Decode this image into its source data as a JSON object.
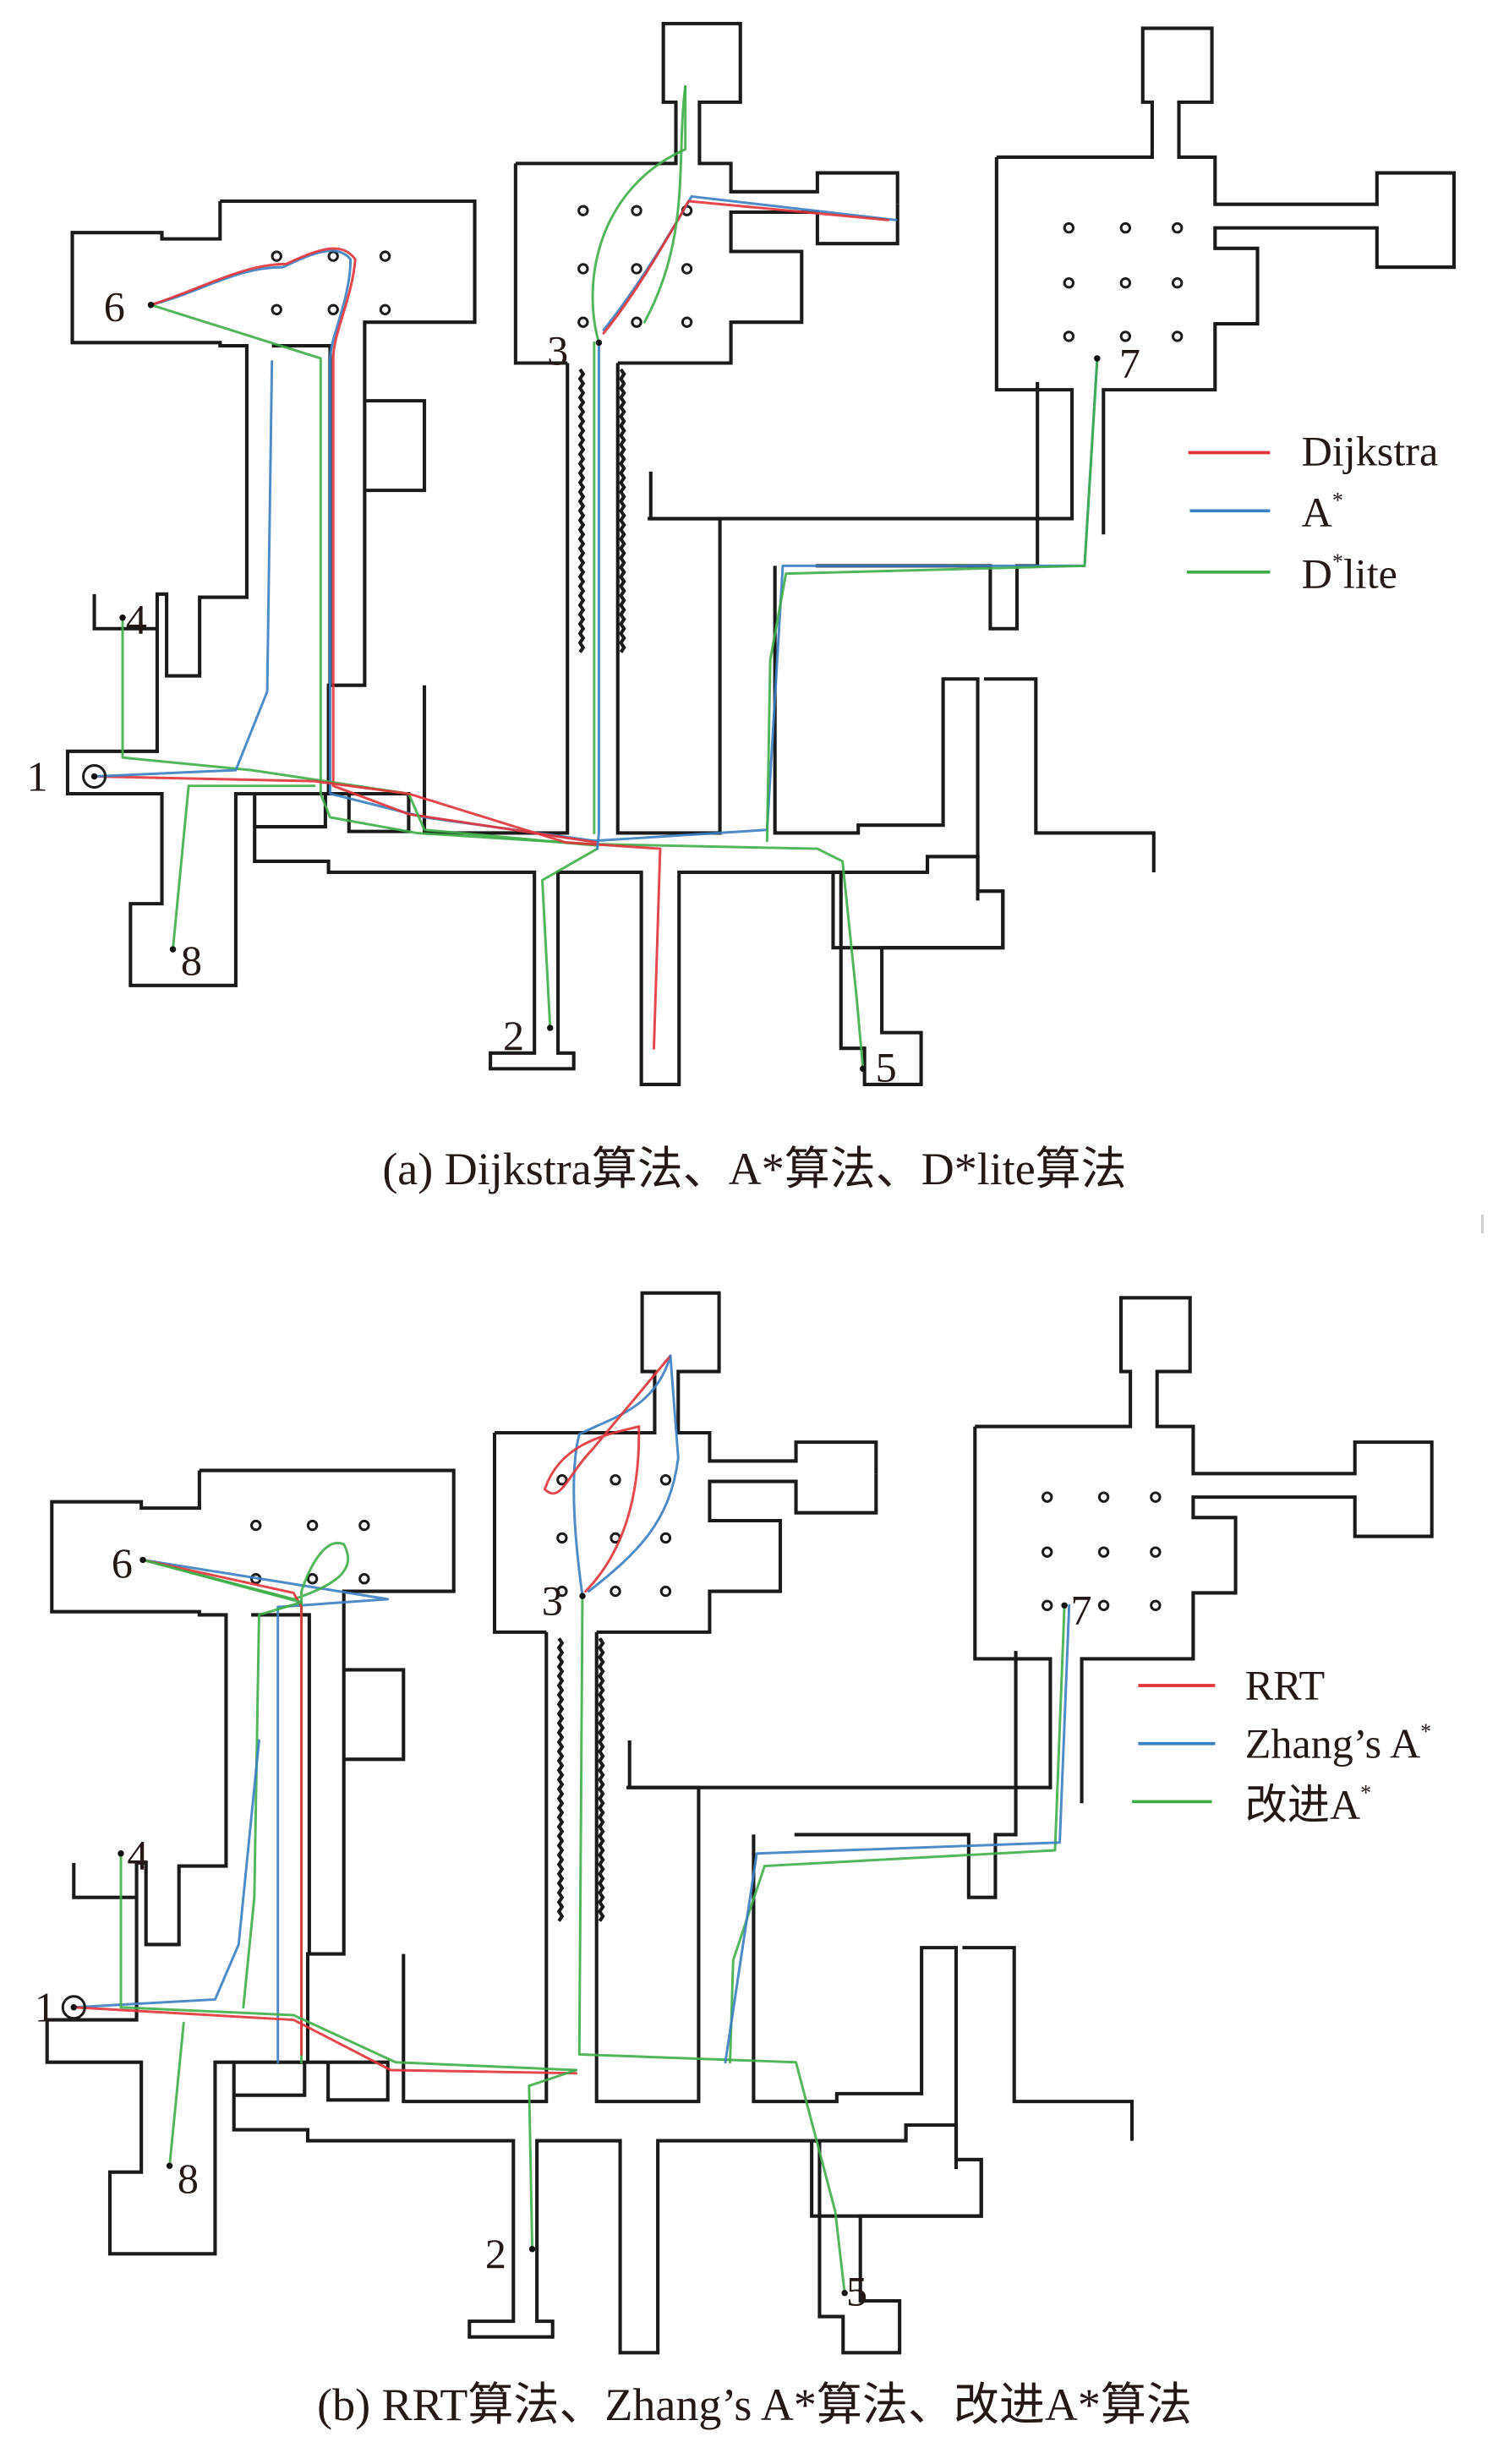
{
  "figure": {
    "panels": [
      {
        "id": "a",
        "caption": "(a) Dijkstra算法、A*算法、D*lite算法",
        "legend": [
          {
            "label": "Dijkstra",
            "color": "#e0343a"
          },
          {
            "label": "A",
            "sup": "*",
            "color": "#3a7fc1"
          },
          {
            "label": "D",
            "sup": "*",
            "suffix": "lite",
            "color": "#3fae49"
          }
        ],
        "legend_text": [
          "Dijkstra",
          "A*",
          "D*lite"
        ]
      },
      {
        "id": "b",
        "caption": "(b) RRT算法、Zhang’s A*算法、改进A*算法",
        "legend": [
          {
            "label": "RRT",
            "color": "#e0343a"
          },
          {
            "label": "Zhang’s A",
            "sup": "*",
            "color": "#3a7fc1"
          },
          {
            "label": "改进A",
            "sup": "*",
            "color": "#3fae49"
          }
        ]
      }
    ],
    "waypoints": [
      "1",
      "2",
      "3",
      "4",
      "5",
      "6",
      "7",
      "8"
    ],
    "colors": {
      "wall": "#1a1a1a",
      "series_red": "#e0343a",
      "series_blue": "#3a7fc1",
      "series_green": "#3fae49"
    }
  },
  "panel_a": {
    "caption": "(a) Dijkstra算法、A*算法、D*lite算法",
    "legend_1": "Dijkstra",
    "legend_2_base": "A",
    "legend_2_sup": "*",
    "legend_3_base": "D",
    "legend_3_sup": "*",
    "legend_3_suffix": "lite"
  },
  "panel_b": {
    "caption": "(b) RRT算法、Zhang’s A*算法、改进A*算法",
    "legend_1": "RRT",
    "legend_2_base": "Zhang’s A",
    "legend_2_sup": "*",
    "legend_3_base": "改进A",
    "legend_3_sup": "*"
  },
  "labels": {
    "p1": "1",
    "p2": "2",
    "p3": "3",
    "p4": "4",
    "p5": "5",
    "p6": "6",
    "p7": "7",
    "p8": "8"
  }
}
